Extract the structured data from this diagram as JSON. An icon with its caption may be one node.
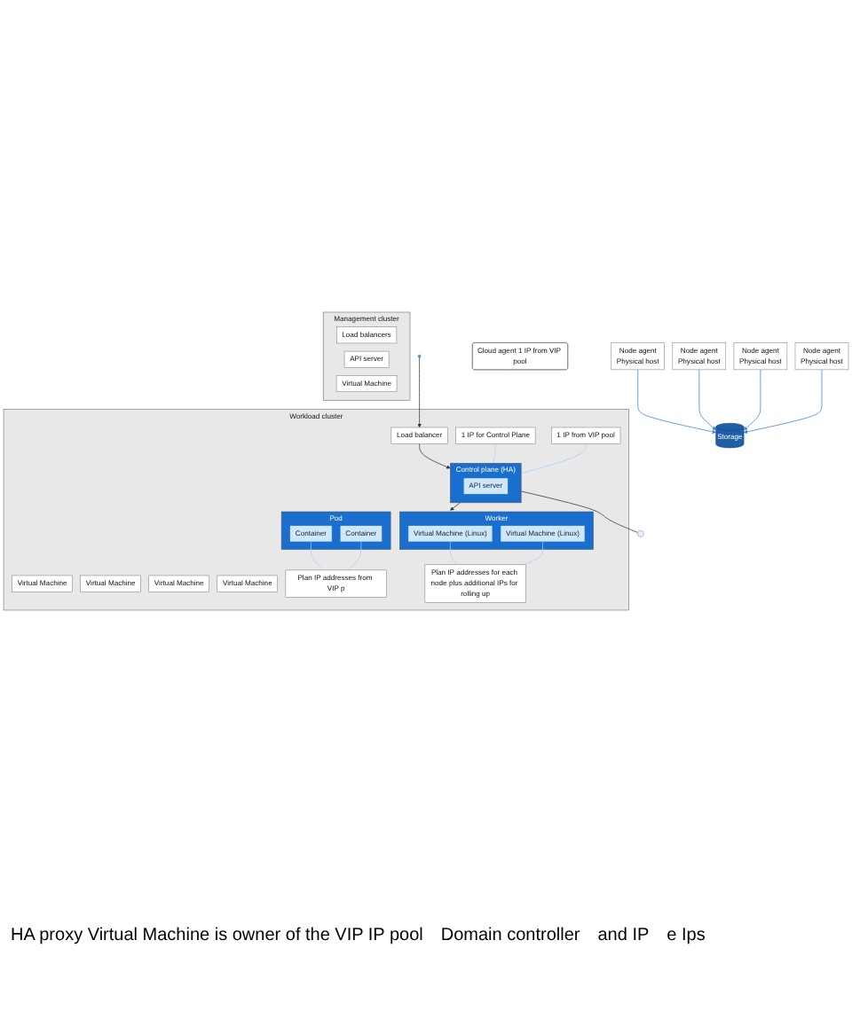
{
  "diagram": {
    "nodes": [
      {
        "text": [
          "Management cluster"
        ]
      },
      {
        "text": [
          "Load balancers"
        ],
        "in": 0
      },
      {
        "text": [
          "API server"
        ],
        "in": 0
      },
      {
        "text": [
          "Virtual Machine"
        ],
        "in": 0
      },
      {
        "text": [],
        "shape": "person"
      },
      {
        "text": [
          "Workload cluster"
        ]
      },
      {
        "text": [
          "Load balancer"
        ],
        "in": 5
      },
      {
        "text": [
          "Virtual Machine"
        ],
        "in": 5
      },
      {
        "text": [
          "Control plane (HA)"
        ],
        "in": 5
      },
      {
        "text": [
          "API server"
        ],
        "in": 8
      },
      {
        "text": [
          "Virtual Machine"
        ],
        "in": 5
      },
      {
        "text": [
          "Virtual Machine"
        ],
        "in": 5
      },
      {
        "text": [
          "Virtual Machine"
        ],
        "in": 5
      },
      {
        "text": [
          "1 IP for Control Plane"
        ],
        "in": 5
      },
      {
        "text": [
          "1 IP from VIP pool"
        ],
        "in": 5
      },
      {
        "text": [
          "Pod"
        ],
        "in": 5
      },
      {
        "text": [
          "Container"
        ],
        "in": 15
      },
      {
        "text": [
          "Container"
        ],
        "in": 15
      },
      {
        "text": [
          "Plan IP addresses from VIP p"
        ],
        "in": 5
      },
      {
        "text": [
          "Worker"
        ],
        "in": 5
      },
      {
        "text": [
          "Virtual Machine (Linux)"
        ],
        "in": 19
      },
      {
        "text": [
          "Virtual Machine (Linux)"
        ],
        "in": 19
      },
      {
        "text": [
          "Plan IP addresses for each node plus additional IPs for rolling up"
        ],
        "in": 5
      },
      {
        "text": [
          "Cloud agent 1 IP from VIP pool"
        ]
      },
      {
        "text": [
          "Node agent",
          "Physical host"
        ]
      },
      {
        "text": [
          "Node agent",
          "Physical host"
        ]
      },
      {
        "text": [
          "Node agent",
          "Physical host"
        ]
      },
      {
        "text": [
          "Node agent",
          "Physical host"
        ]
      },
      {
        "text": [
          "Storage"
        ]
      }
    ],
    "edges": [
      {
        "from": 4,
        "to": 6,
        "arrow": "to",
        "color": "#333333"
      },
      {
        "from": 6,
        "to": 8,
        "arrow": "to",
        "color": "#333333"
      },
      {
        "from": 8,
        "to": 19,
        "arrow": "to",
        "color": "#333333"
      },
      {
        "from": 8,
        "to": null,
        "arrow": "none",
        "color": "#333333"
      },
      {
        "from": 13,
        "to": 8,
        "arrow": "none",
        "color": "#9fd3f5"
      },
      {
        "from": 14,
        "to": 8,
        "arrow": "none",
        "color": "#9fd3f5"
      },
      {
        "from": 16,
        "to": 18,
        "arrow": "none",
        "color": "#9fd3f5"
      },
      {
        "from": 17,
        "to": 18,
        "arrow": "none",
        "color": "#9fd3f5"
      },
      {
        "from": 20,
        "to": 22,
        "arrow": "none",
        "color": "#9fd3f5"
      },
      {
        "from": 21,
        "to": 22,
        "arrow": "none",
        "color": "#9fd3f5"
      },
      {
        "from": 24,
        "to": 28,
        "arrow": "to",
        "color": "#3b7fd9"
      },
      {
        "from": 25,
        "to": 28,
        "arrow": "to",
        "color": "#3b7fd9"
      },
      {
        "from": 26,
        "to": 28,
        "arrow": "to",
        "color": "#3b7fd9"
      },
      {
        "from": 27,
        "to": 28,
        "arrow": "to",
        "color": "#3b7fd9"
      }
    ],
    "labels": [
      "HA proxy Virtual Machine is owner of the VIP IP pool",
      "Domain controller",
      "and IP",
      "e Ips"
    ]
  }
}
